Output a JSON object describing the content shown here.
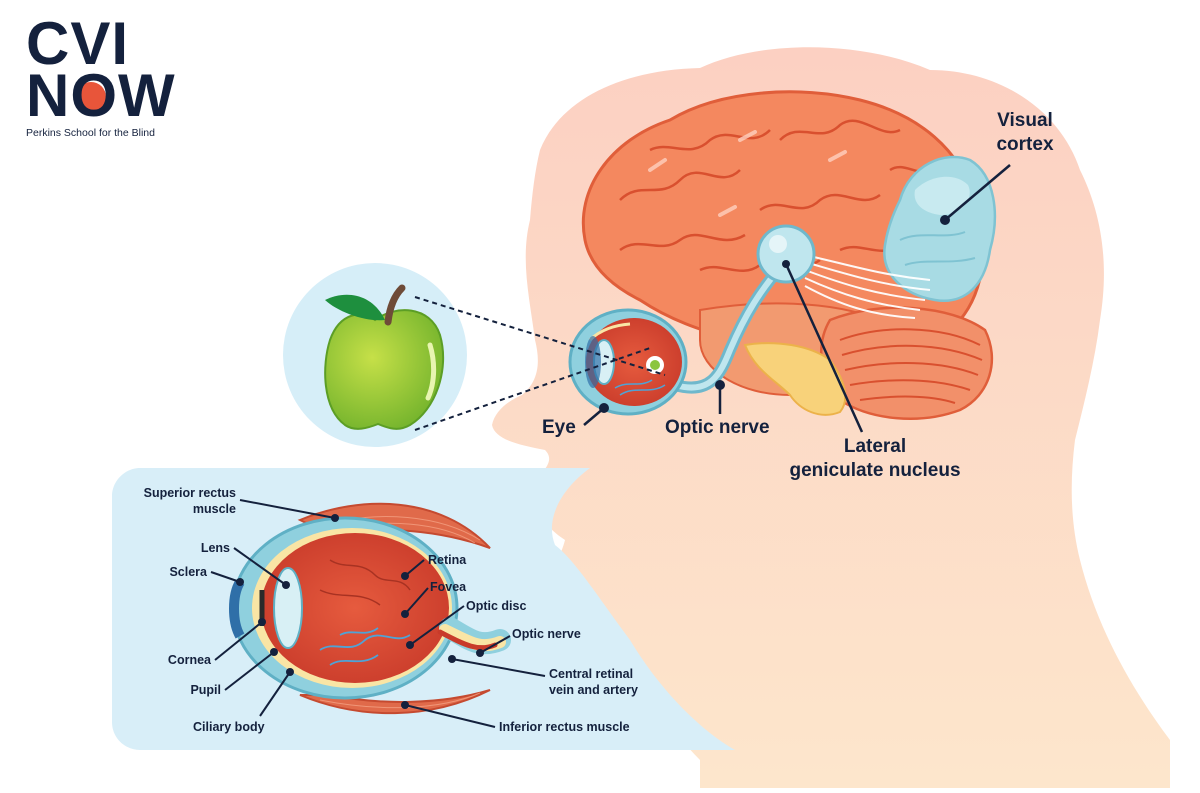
{
  "logo": {
    "line1": "CVI",
    "line2": "NOW",
    "org": "Perkins School for the Blind",
    "accent_color": "#e8553a"
  },
  "colors": {
    "head": "#fcd8c8",
    "brain": "#f4885f",
    "cortex": "#9fd6e0",
    "inset_bg": "#d8eef8",
    "label": "#14213d"
  },
  "labels": {
    "visual_cortex": [
      "Visual",
      "cortex"
    ],
    "lgn": [
      "Lateral",
      "geniculate nucleus"
    ],
    "eye": "Eye",
    "optic_nerve_main": "Optic nerve"
  },
  "inset_labels": {
    "superior_rectus": [
      "Superior rectus",
      "muscle"
    ],
    "lens": "Lens",
    "sclera": "Sclera",
    "cornea": "Cornea",
    "pupil": "Pupil",
    "ciliary_body": "Ciliary body",
    "retina": "Retina",
    "fovea": "Fovea",
    "optic_disc": "Optic disc",
    "optic_nerve": "Optic nerve",
    "central_retinal": [
      "Central retinal",
      "vein and artery"
    ],
    "inferior_rectus": "Inferior rectus muscle"
  },
  "icons": {
    "apple": "apple-icon"
  }
}
